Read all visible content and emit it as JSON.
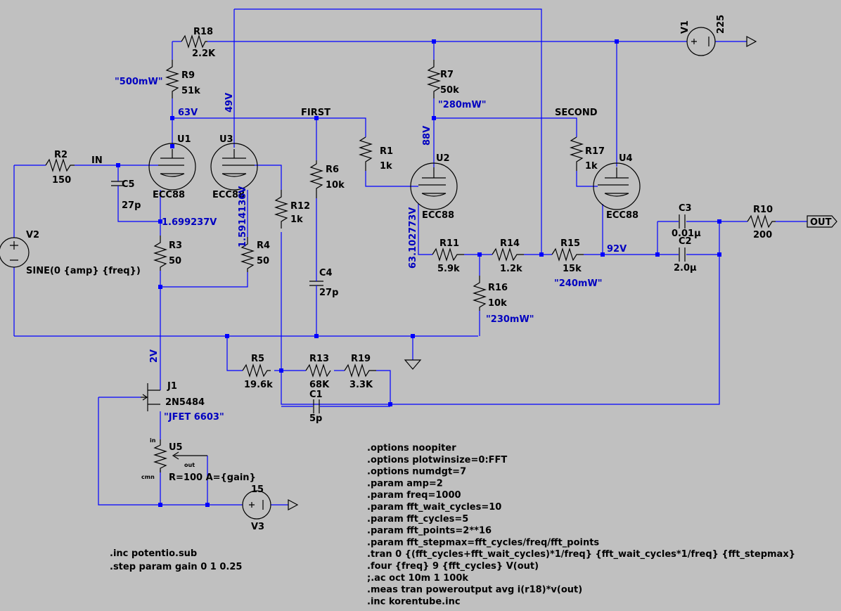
{
  "components": {
    "R18": {
      "ref": "R18",
      "value": "2.2K"
    },
    "R9": {
      "ref": "R9",
      "value": "51k",
      "annot": "\"500mW\""
    },
    "R7": {
      "ref": "R7",
      "value": "50k",
      "annot": "\"280mW\""
    },
    "V1": {
      "ref": "V1",
      "value": "225"
    },
    "U1": {
      "ref": "U1",
      "model": "ECC88"
    },
    "U3": {
      "ref": "U3",
      "model": "ECC88"
    },
    "U2": {
      "ref": "U2",
      "model": "ECC88"
    },
    "U4": {
      "ref": "U4",
      "model": "ECC88"
    },
    "R2": {
      "ref": "R2",
      "value": "150"
    },
    "C5": {
      "ref": "C5",
      "value": "27p"
    },
    "R1": {
      "ref": "R1",
      "value": "1k"
    },
    "R6": {
      "ref": "R6",
      "value": "10k"
    },
    "R17": {
      "ref": "R17",
      "value": "1k"
    },
    "R12": {
      "ref": "R12",
      "value": "1k"
    },
    "C3": {
      "ref": "C3",
      "value": "0.01µ"
    },
    "C2": {
      "ref": "C2",
      "value": "2.0µ"
    },
    "R10": {
      "ref": "R10",
      "value": "200"
    },
    "V2": {
      "ref": "V2",
      "value": "SINE(0 {amp} {freq})"
    },
    "R3": {
      "ref": "R3",
      "value": "50"
    },
    "R4": {
      "ref": "R4",
      "value": "50"
    },
    "C4": {
      "ref": "C4",
      "value": "27p"
    },
    "R11": {
      "ref": "R11",
      "value": "5.9k"
    },
    "R14": {
      "ref": "R14",
      "value": "1.2k"
    },
    "R15": {
      "ref": "R15",
      "value": "15k",
      "annot": "\"240mW\""
    },
    "R16": {
      "ref": "R16",
      "value": "10k",
      "annot": "\"230mW\""
    },
    "R5": {
      "ref": "R5",
      "value": "19.6k"
    },
    "R13": {
      "ref": "R13",
      "value": "68K"
    },
    "R19": {
      "ref": "R19",
      "value": "3.3K"
    },
    "C1": {
      "ref": "C1",
      "value": "5p"
    },
    "J1": {
      "ref": "J1",
      "model": "2N5484",
      "annot": "\"JFET 6603\""
    },
    "U5": {
      "ref": "U5",
      "value": "R=100 A={gain}",
      "pin_in": "in",
      "pin_out": "out",
      "pin_cmn": "cmn"
    },
    "V3": {
      "ref": "V3",
      "value": "15"
    }
  },
  "nets": {
    "first": "FIRST",
    "second": "SECOND",
    "in": "IN",
    "out": "OUT"
  },
  "voltages": {
    "v63": "63V",
    "v49": "49V",
    "v88": "88V",
    "v92": "92V",
    "v2": "2V",
    "vc1": "1.699237V",
    "vc3": "1.5914136V",
    "vc2": "63.102773V"
  },
  "directives_left": [
    ".inc potentio.sub",
    ".step param gain 0 1 0.25"
  ],
  "directives": [
    ".options noopiter",
    ".options plotwinsize=0:FFT",
    ".options numdgt=7",
    ".param amp=2",
    ".param freq=1000",
    ".param fft_wait_cycles=10",
    ".param fft_cycles=5",
    ".param fft_points=2**16",
    ".param fft_stepmax=fft_cycles/freq/fft_points",
    ".tran 0 {(fft_cycles+fft_wait_cycles)*1/freq} {fft_wait_cycles*1/freq} {fft_stepmax}",
    ".four {freq} 9 {fft_cycles} V(out)",
    ";.ac oct 10m 1 100k",
    ".meas tran poweroutput avg i(r18)*v(out)",
    ".inc korentube.inc"
  ],
  "colors": {
    "background": "#c0c0c0",
    "wire": "#0000ff",
    "symbol": "#000000",
    "annotation": "#0000c0"
  }
}
